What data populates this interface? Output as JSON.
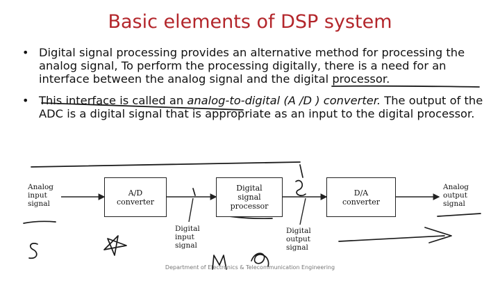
{
  "slide": {
    "title": "Basic elements of DSP system",
    "bullets": [
      {
        "text": "Digital signal processing provides an alternative method for processing the analog signal, To perform the processing digitally, there is a need for an interface between the analog signal and the digital processor."
      },
      {
        "text_before": "This interface is called an ",
        "text_italic": "analog-to-digital (A /D ) converter.",
        "text_after": " The output of the ADC is a digital signal that is appropriate as an input to the digital processor."
      }
    ],
    "bullet_glyph": "•"
  },
  "diagram": {
    "blocks": {
      "adc": "A/D\nconverter",
      "dsp": "Digital\nsignal\nprocessor",
      "dac": "D/A\nconverter"
    },
    "labels": {
      "analog_input": "Analog\ninput\nsignal",
      "digital_input": "Digital\ninput\nsignal",
      "digital_output": "Digital\noutput\nsignal",
      "analog_output": "Analog\noutput\nsignal"
    }
  },
  "footer": "Department of Electronics & Telecommunication Engineering",
  "colors": {
    "title": "#b3262b",
    "ink": "#111111",
    "pen": "#1a1a1a"
  }
}
